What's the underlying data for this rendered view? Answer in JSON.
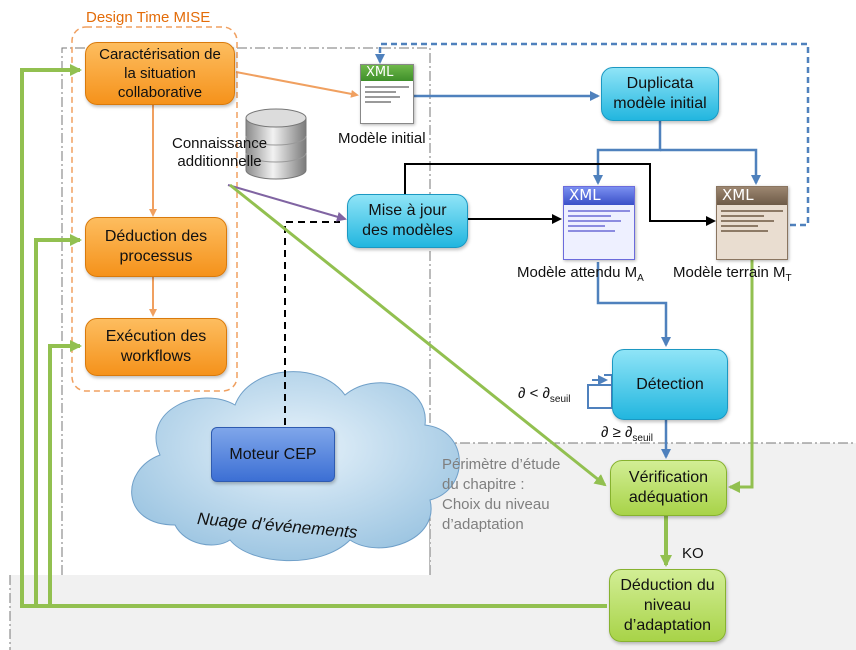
{
  "design_time_title": "Design Time MISE",
  "boxes": {
    "caracterisation": "Caractérisation de\nla situation\ncollaborative",
    "deduction_processus": "Déduction des\nprocessus",
    "execution_workflows": "Exécution des\nworkflows",
    "duplicata": "Duplicata\nmodèle initial",
    "mise_a_jour": "Mise à jour\ndes modèles",
    "detection": "Détection",
    "verification": "Vérification\nadéquation",
    "deduction_niveau": "Déduction du\nniveau\nd’adaptation",
    "moteur_cep": "Moteur CEP"
  },
  "labels": {
    "modele_initial": "Modèle initial",
    "connaissance": "Connaissance\nadditionnelle",
    "modele_attendu": "Modèle attendu M",
    "modele_attendu_sub": "A",
    "modele_terrain": "Modèle terrain M",
    "modele_terrain_sub": "T",
    "seuil_lt": "∂ < ∂",
    "seuil_ge": "∂ ≥ ∂",
    "seuil_sub": "seuil",
    "ko": "KO",
    "nuage": "Nuage d’événements",
    "perimetre": "Périmètre d’étude\ndu chapitre :\nChoix du niveau\nd’adaptation"
  },
  "xml_label": "XML",
  "colors": {
    "orange_arrow": "#f0a060",
    "blue_arrow": "#4f81bd",
    "green_arrow": "#92c050",
    "purple_arrow": "#8064a2",
    "dashed_title": "#e36c09",
    "dashed_blue": "#4f81bd"
  }
}
